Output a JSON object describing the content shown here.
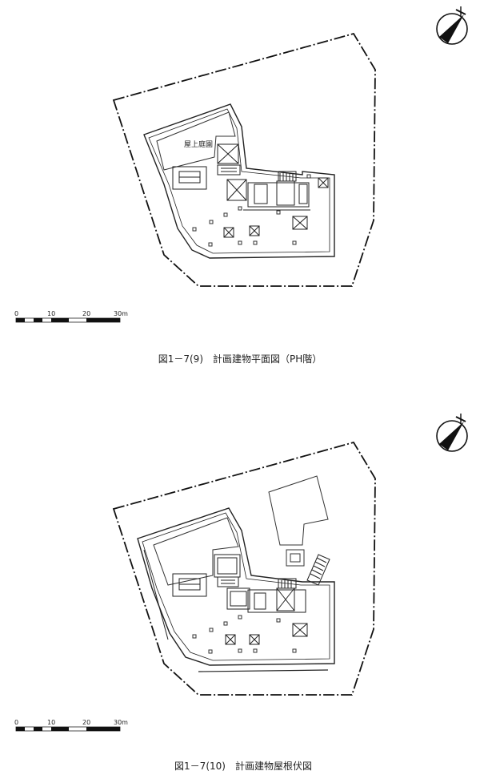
{
  "sheets": [
    {
      "caption": "図1－7(9)　計画建物平面図（PH階）",
      "room_label": "屋上庭園",
      "scale": {
        "ticks": [
          "0",
          "10",
          "20",
          "30m"
        ]
      },
      "north_icon": "north-arrow-icon"
    },
    {
      "caption": "図1－7(10)　計画建物屋根伏図",
      "scale": {
        "ticks": [
          "0",
          "10",
          "20",
          "30m"
        ]
      },
      "north_icon": "north-arrow-icon"
    }
  ]
}
